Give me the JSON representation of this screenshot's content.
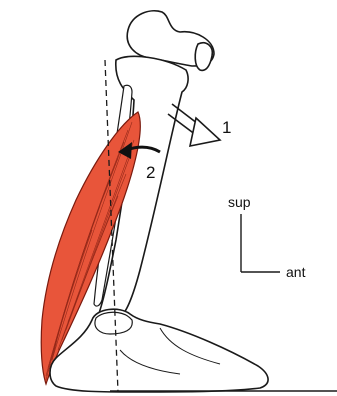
{
  "labels": {
    "arrow_1": "1",
    "arrow_2": "2",
    "axis_superior": "sup",
    "axis_anterior": "ant"
  },
  "colors": {
    "muscle_fill": "#e8553a",
    "muscle_fiber": "#7a1a0e",
    "bone_outline": "#1a1a1a",
    "background": "#ffffff"
  }
}
